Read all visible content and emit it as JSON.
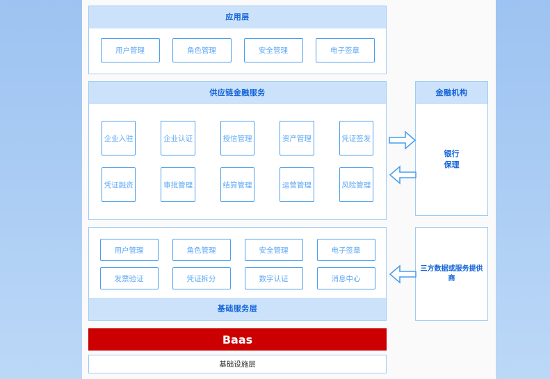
{
  "theme": {
    "accent_blue": "#4a9eed",
    "header_blue": "#cce2fb",
    "title_blue": "#1565d8",
    "tile_text_blue": "#5fa8f5",
    "baas_red": "#cc0000",
    "canvas_bg": "#fafafa",
    "page_bg": "#a8cbf3"
  },
  "diagram": {
    "application_layer": {
      "title": "应用层",
      "tiles": [
        "用户管理",
        "角色管理",
        "安全管理",
        "电子签章"
      ]
    },
    "supply_chain_layer": {
      "title": "供应链金融服务",
      "row1": [
        "企业入驻",
        "企业认证",
        "授信管理",
        "资产管理",
        "凭证签发"
      ],
      "row2": [
        "凭证融资",
        "审批管理",
        "结算管理",
        "运营管理",
        "风险管理"
      ]
    },
    "basic_service_layer": {
      "title": "基础服务层",
      "row1": [
        "用户管理",
        "角色管理",
        "安全管理",
        "电子签章"
      ],
      "row2": [
        "发票验证",
        "凭证拆分",
        "数字认证",
        "消息中心"
      ]
    },
    "baas_bar": {
      "label": "Baas"
    },
    "infrastructure_layer": {
      "label": "基础设施层"
    },
    "financial_institution": {
      "title": "金融机构",
      "line1": "银行",
      "line2": "保理"
    },
    "third_party_provider": {
      "label": "三方数据或服务提供商"
    },
    "connectors": [
      {
        "name": "scf-to-financial",
        "direction": "right"
      },
      {
        "name": "financial-to-scf",
        "direction": "left"
      },
      {
        "name": "thirdparty-to-basic",
        "direction": "left"
      }
    ]
  }
}
